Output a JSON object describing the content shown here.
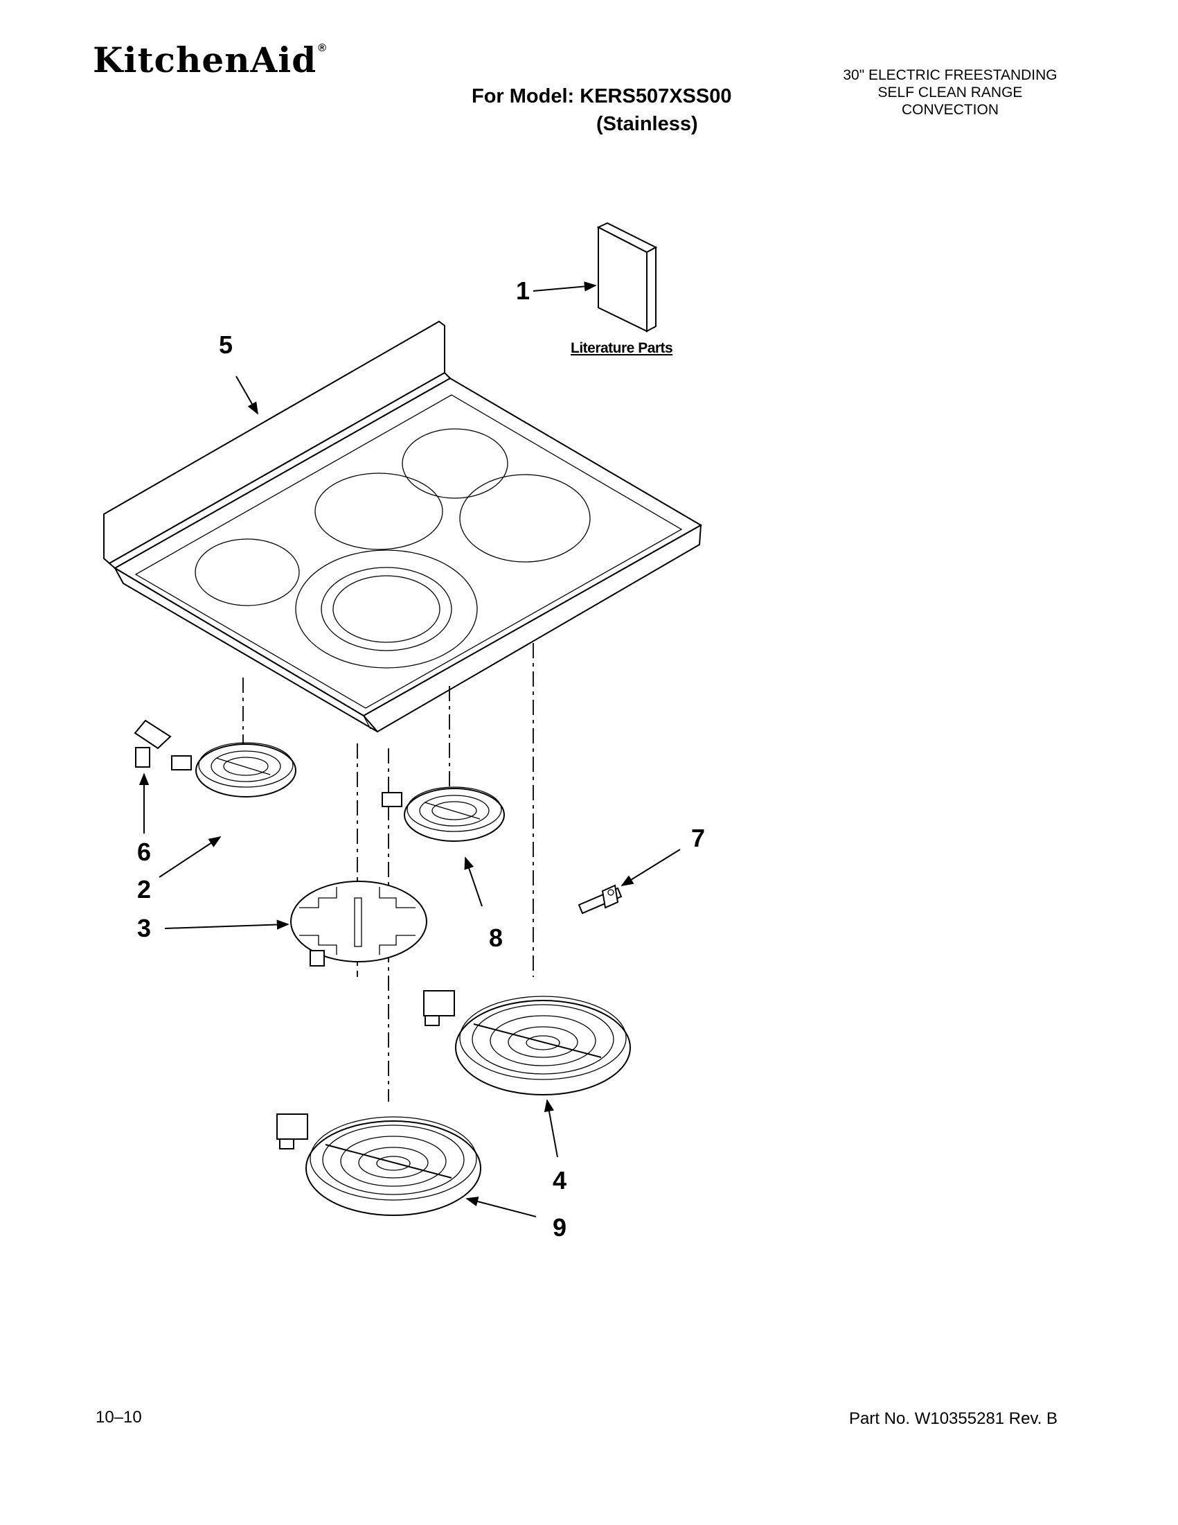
{
  "header": {
    "brand": "KitchenAid",
    "brand_mark": "®",
    "model_line": "For Model: KERS507XSS00",
    "finish_line": "(Stainless)",
    "product_type": [
      "30\" ELECTRIC FREESTANDING",
      "SELF CLEAN RANGE",
      "CONVECTION"
    ]
  },
  "diagram": {
    "literature_label": "Literature Parts",
    "callouts": [
      "1",
      "2",
      "3",
      "4",
      "5",
      "6",
      "7",
      "8",
      "9"
    ]
  },
  "footer": {
    "date_code": "10–10",
    "part_number": "Part No. W10355281 Rev. B"
  }
}
